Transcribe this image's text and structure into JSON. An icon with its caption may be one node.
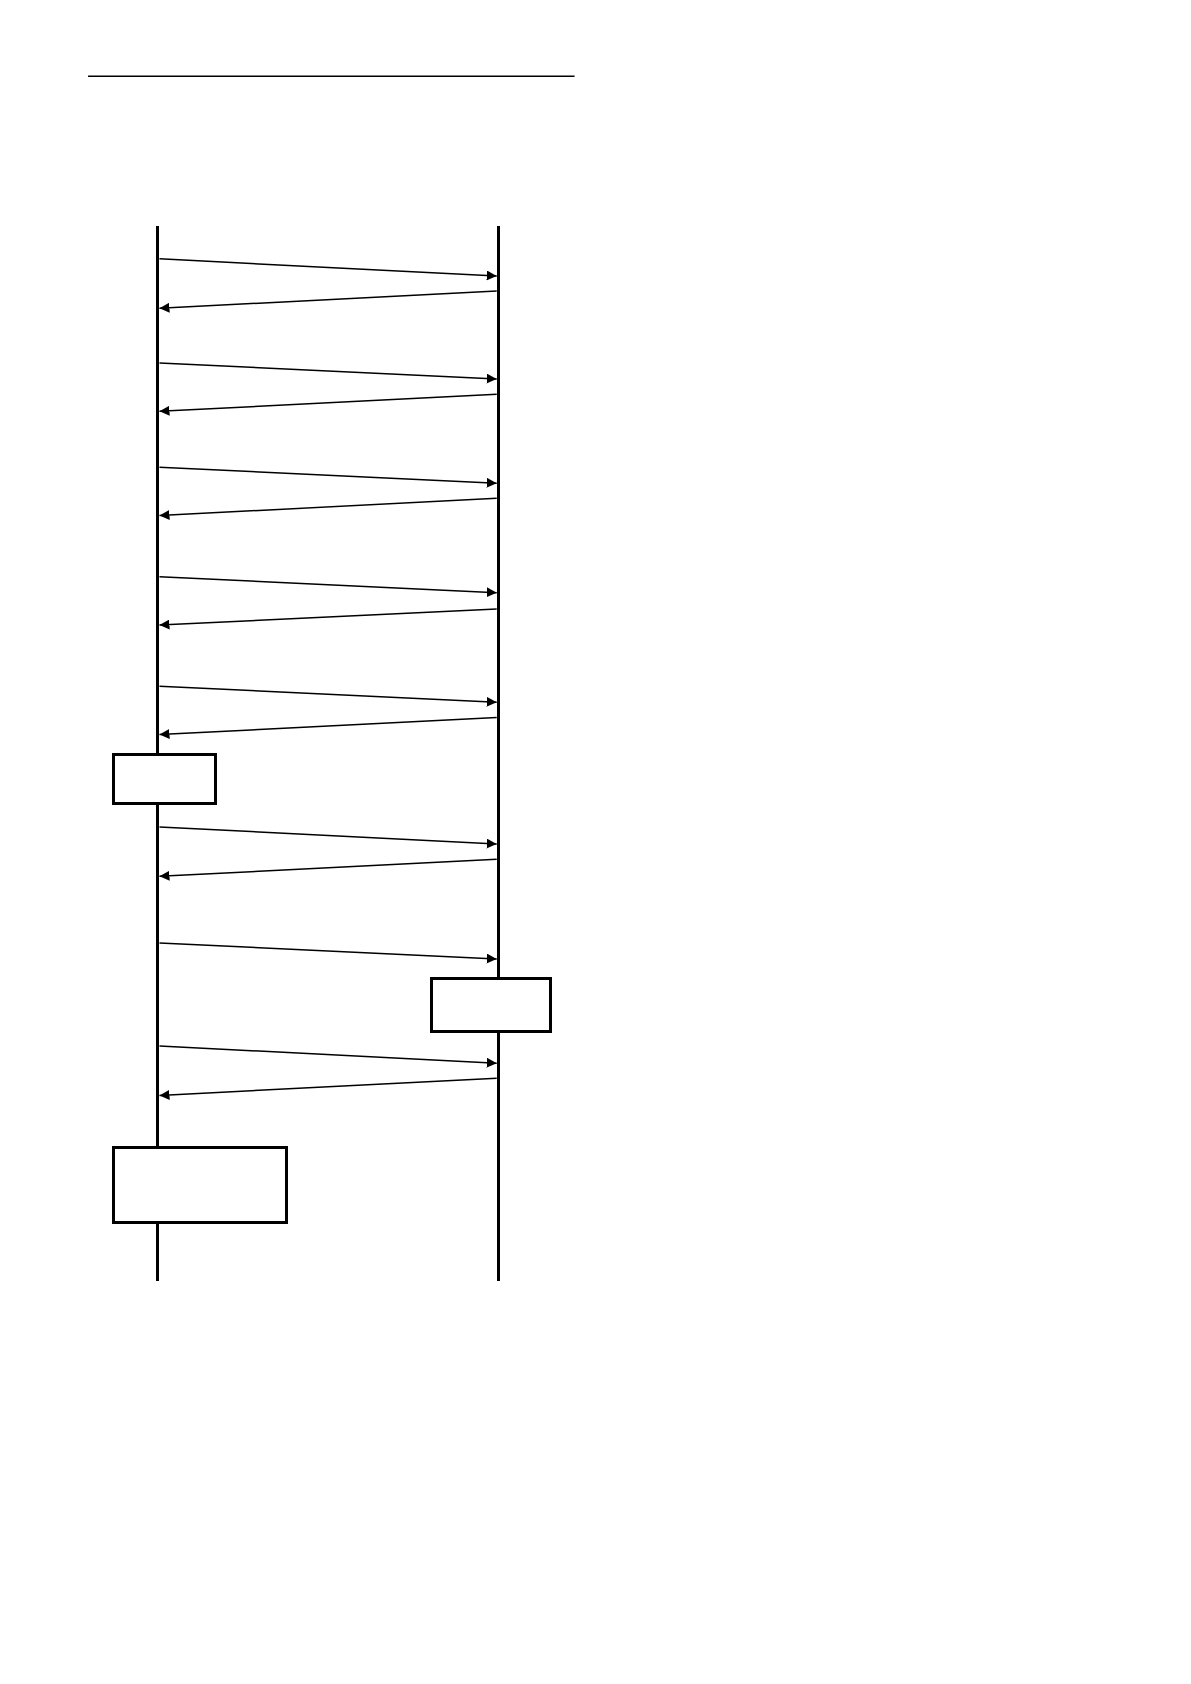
{
  "diagram": {
    "nodes": [
      {
        "text": [],
        "shape": "line"
      },
      {
        "text": [],
        "shape": "line"
      },
      {
        "text": [],
        "shape": "box"
      },
      {
        "text": [],
        "shape": "box"
      },
      {
        "text": [],
        "shape": "box"
      }
    ],
    "edges": [
      {
        "from": 0,
        "to": 1,
        "arrow": "to"
      },
      {
        "from": 1,
        "to": 0,
        "arrow": "to"
      },
      {
        "from": 0,
        "to": 1,
        "arrow": "to"
      },
      {
        "from": 1,
        "to": 0,
        "arrow": "to"
      },
      {
        "from": 0,
        "to": 1,
        "arrow": "to"
      },
      {
        "from": 1,
        "to": 0,
        "arrow": "to"
      },
      {
        "from": 0,
        "to": 1,
        "arrow": "to"
      },
      {
        "from": 1,
        "to": 0,
        "arrow": "to"
      },
      {
        "from": 0,
        "to": 1,
        "arrow": "to"
      },
      {
        "from": 1,
        "to": 0,
        "arrow": "to"
      },
      {
        "from": 0,
        "to": 1,
        "arrow": "to"
      },
      {
        "from": 1,
        "to": 0,
        "arrow": "to"
      },
      {
        "from": 0,
        "to": 1,
        "arrow": "to"
      },
      {
        "from": 0,
        "to": 1,
        "arrow": "to"
      },
      {
        "from": 1,
        "to": 0,
        "arrow": "to"
      }
    ]
  }
}
